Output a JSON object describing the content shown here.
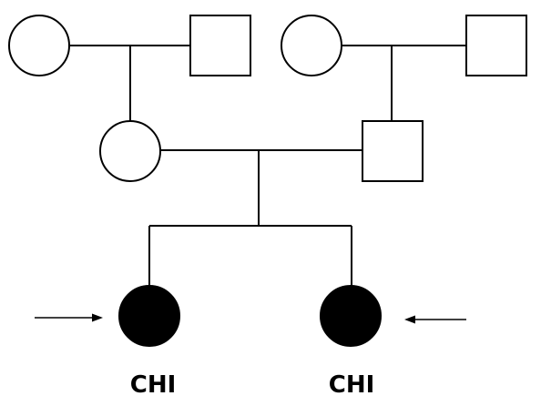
{
  "pedigree": {
    "affected_color": "#000000",
    "unaffected_color": "#ffffff",
    "individuals": [
      {
        "id": "maternal-grandmother",
        "sex": "female",
        "affected": false
      },
      {
        "id": "maternal-grandfather",
        "sex": "male",
        "affected": false
      },
      {
        "id": "paternal-grandmother",
        "sex": "female",
        "affected": false
      },
      {
        "id": "paternal-grandfather",
        "sex": "male",
        "affected": false
      },
      {
        "id": "mother",
        "sex": "female",
        "affected": false
      },
      {
        "id": "father",
        "sex": "male",
        "affected": false
      },
      {
        "id": "child-1",
        "sex": "female",
        "affected": true,
        "proband": true,
        "label": "CHI"
      },
      {
        "id": "child-2",
        "sex": "female",
        "affected": true,
        "proband": true,
        "label": "CHI"
      }
    ]
  }
}
